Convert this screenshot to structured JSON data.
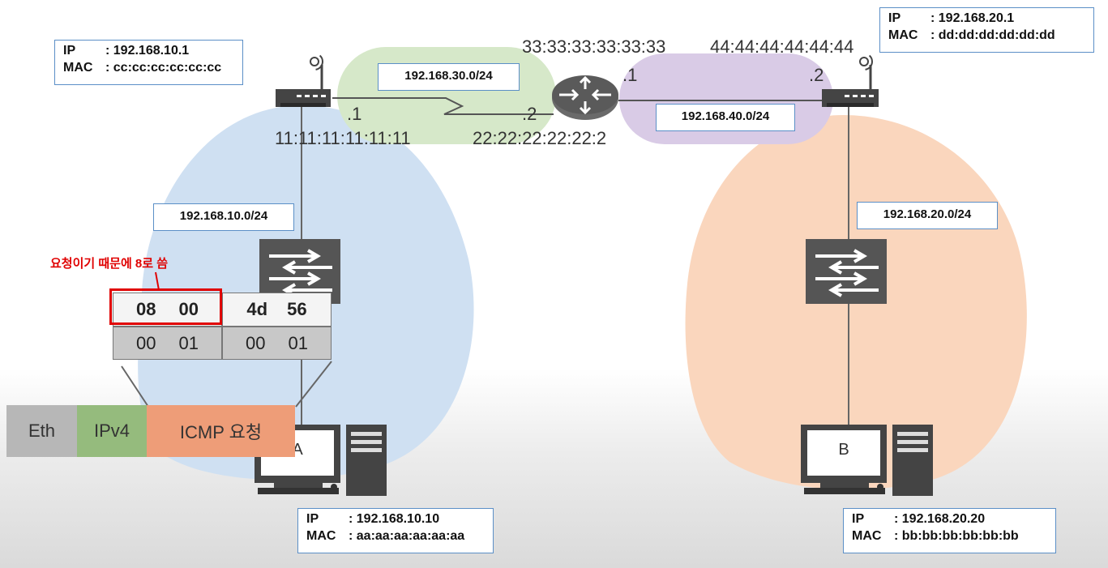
{
  "router_left": {
    "ip_label": "IP",
    "ip": ": 192.168.10.1",
    "mac_label": "MAC",
    "mac": ": cc:cc:cc:cc:cc:cc"
  },
  "router_right": {
    "ip_label": "IP",
    "ip": ": 192.168.20.1",
    "mac_label": "MAC",
    "mac": ": dd:dd:dd:dd:dd:dd"
  },
  "host_a": {
    "name": "A",
    "ip_label": "IP",
    "ip": ": 192.168.10.10",
    "mac_label": "MAC",
    "mac": ": aa:aa:aa:aa:aa:aa"
  },
  "host_b": {
    "name": "B",
    "ip_label": "IP",
    "ip": ": 192.168.20.20",
    "mac_label": "MAC",
    "mac": ": bb:bb:bb:bb:bb:bb"
  },
  "networks": {
    "left": "192.168.10.0/24",
    "right": "192.168.20.0/24",
    "wan1": "192.168.30.0/24",
    "wan2": "192.168.40.0/24"
  },
  "interfaces": {
    "r1_mac": "11:11:11:11:11:11",
    "r1_suffix": ".1",
    "mid_left_mac": "22:22:22:22:22:2",
    "mid_left_suffix": ".2",
    "mid_right_mac": "33:33:33:33:33:33",
    "mid_right_suffix": ".1",
    "r2_mac": "44:44:44:44:44:44",
    "r2_suffix": ".2"
  },
  "annotation": "요청이기 때문에 8로 씀",
  "icmp_header": {
    "type_code": [
      "08",
      "00"
    ],
    "checksum": [
      "4d",
      "56"
    ],
    "identifier": [
      "00",
      "01"
    ],
    "sequence": [
      "00",
      "01"
    ]
  },
  "packet": [
    "Eth",
    "IPv4",
    "ICMP 요청"
  ],
  "colors": {
    "lan_left": "#cfe0f2",
    "lan_right": "#fad6bd",
    "wan1": "#d6e8c9",
    "wan2": "#d9cbe6",
    "accent_red": "#e00000",
    "box_border": "#5b8fc7"
  }
}
